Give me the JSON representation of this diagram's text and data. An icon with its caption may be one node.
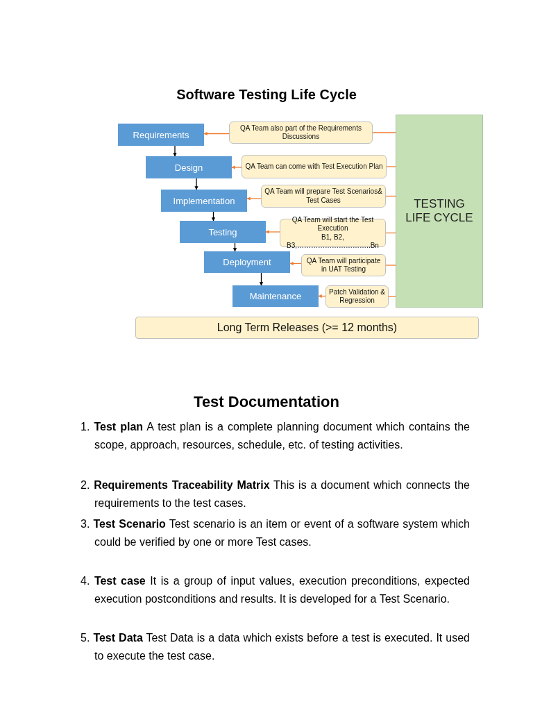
{
  "diagram": {
    "title": "Software Testing Life Cycle",
    "nodes": [
      {
        "text": [
          "Requirements"
        ]
      },
      {
        "text": [
          "QA Team also part of the Requirements Discussions"
        ]
      },
      {
        "text": [
          "Design"
        ]
      },
      {
        "text": [
          "QA Team can come with Test Execution Plan"
        ]
      },
      {
        "text": [
          "Implementation"
        ]
      },
      {
        "text": [
          "QA Team will prepare Test Scenarios& Test Cases"
        ]
      },
      {
        "text": [
          "Testing"
        ]
      },
      {
        "text": [
          "QA Team will start the Test Execution",
          "B1, B2, B3,…………………………..Bn"
        ]
      },
      {
        "text": [
          "Deployment"
        ]
      },
      {
        "text": [
          "QA Team will participate in UAT Testing"
        ]
      },
      {
        "text": [
          "Maintenance"
        ]
      },
      {
        "text": [
          "Patch Validation & Regression"
        ]
      },
      {
        "text": [
          "TESTING LIFE CYCLE"
        ]
      },
      {
        "text": [
          "Long Term Releases (>= 12 months)"
        ]
      }
    ],
    "edges": [
      {
        "from": 0,
        "to": 2,
        "arrow": "to",
        "color": "#000000"
      },
      {
        "from": 2,
        "to": 4,
        "arrow": "to",
        "color": "#000000"
      },
      {
        "from": 4,
        "to": 6,
        "arrow": "to",
        "color": "#000000"
      },
      {
        "from": 6,
        "to": 8,
        "arrow": "to",
        "color": "#000000"
      },
      {
        "from": 8,
        "to": 10,
        "arrow": "to",
        "color": "#000000"
      },
      {
        "from": 1,
        "to": 0,
        "arrow": "to"
      },
      {
        "from": 3,
        "to": 2,
        "arrow": "to"
      },
      {
        "from": 5,
        "to": 4,
        "arrow": "to"
      },
      {
        "from": 7,
        "to": 6,
        "arrow": "to"
      },
      {
        "from": 9,
        "to": 8,
        "arrow": "to"
      },
      {
        "from": 11,
        "to": 10,
        "arrow": "to"
      },
      {
        "from": 12,
        "to": 1,
        "arrow": "none"
      },
      {
        "from": 12,
        "to": 3,
        "arrow": "none"
      },
      {
        "from": 12,
        "to": 5,
        "arrow": "none"
      },
      {
        "from": 12,
        "to": 7,
        "arrow": "none"
      },
      {
        "from": 12,
        "to": 9,
        "arrow": "none"
      },
      {
        "from": 12,
        "to": 11,
        "arrow": "none"
      }
    ],
    "labels": [
      "Test Documentation",
      "1. **Test plan**  A test plan is a complete planning document which contains the scope, approach, resources, schedule, etc. of testing activities.",
      "2. **Requirements Traceability Matrix**  This is a document which connects the requirements to the test cases.",
      "3. **Test Scenario**  Test scenario is an item or event of a software system which could be verified by one or more Test cases.",
      "4. **Test case**  It is a group of input values, execution preconditions, expected execution postconditions and results. It is developed for a Test Scenario.",
      "5. **Test Data**  Test Data is a data which exists before a test is executed. It used to execute the test case."
    ]
  }
}
